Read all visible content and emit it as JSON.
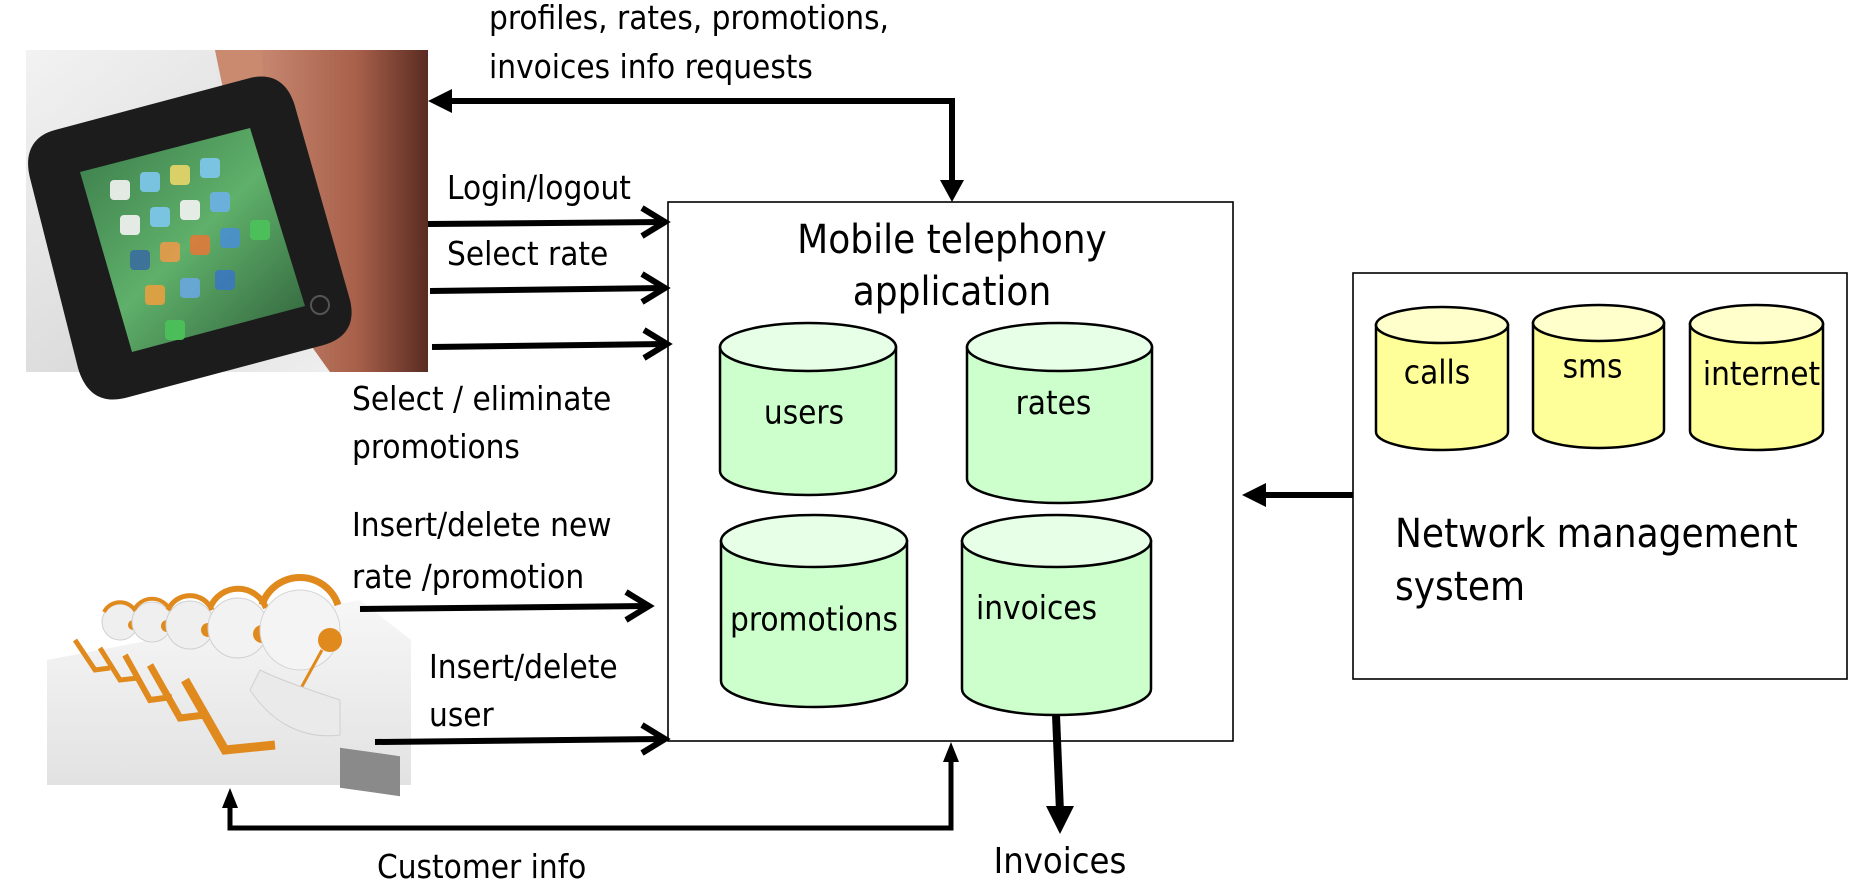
{
  "diagram": {
    "title": "Mobile telephony application",
    "title_lines": [
      "Mobile telephony",
      "application"
    ],
    "colors": {
      "app_db_fill": "#ccffcc",
      "app_db_top": "#e6ffe6",
      "nms_db_fill": "#ffff99",
      "nms_db_top": "#ffffcc",
      "stroke": "#000000",
      "background": "#ffffff"
    },
    "actors": [
      {
        "id": "mobile-user",
        "label": "Smartphone user (photo)",
        "icon": "smartphone-in-hand-photo"
      },
      {
        "id": "call-center",
        "label": "Call center operators (illustration)",
        "icon": "call-center-operators-image"
      }
    ],
    "app_databases": [
      {
        "id": "users",
        "label": "users"
      },
      {
        "id": "rates",
        "label": "rates"
      },
      {
        "id": "promotions",
        "label": "promotions"
      },
      {
        "id": "invoices",
        "label": "invoices"
      }
    ],
    "network_system": {
      "title_lines": [
        "Network management",
        "system"
      ],
      "databases": [
        {
          "id": "calls",
          "label": "calls"
        },
        {
          "id": "sms",
          "label": "sms"
        },
        {
          "id": "internet",
          "label": "internet"
        }
      ]
    },
    "flows": {
      "info_requests": {
        "lines": [
          "profiles, rates, promotions,",
          "invoices info requests"
        ],
        "from": "Mobile telephony application",
        "to": "mobile-user"
      },
      "login": {
        "label": "Login/logout",
        "from": "mobile-user",
        "to": "Mobile telephony application"
      },
      "select_rate": {
        "label": "Select rate",
        "from": "mobile-user",
        "to": "Mobile telephony application"
      },
      "select_promotions": {
        "lines": [
          "Select / eliminate",
          "promotions"
        ],
        "from": "mobile-user",
        "to": "Mobile telephony application"
      },
      "insert_rate_promo": {
        "lines": [
          "Insert/delete new",
          "rate /promotion"
        ],
        "from": "call-center",
        "to": "Mobile telephony application"
      },
      "insert_user": {
        "lines": [
          "Insert/delete",
          "user"
        ],
        "from": "call-center",
        "to": "Mobile telephony application"
      },
      "customer_info": {
        "label": "Customer info",
        "from": "Mobile telephony application",
        "to": "call-center"
      },
      "invoices_out": {
        "label": "Invoices",
        "from": "invoices",
        "to": "output"
      },
      "network_feed": {
        "label": "",
        "from": "Network management system",
        "to": "Mobile telephony application"
      }
    }
  }
}
